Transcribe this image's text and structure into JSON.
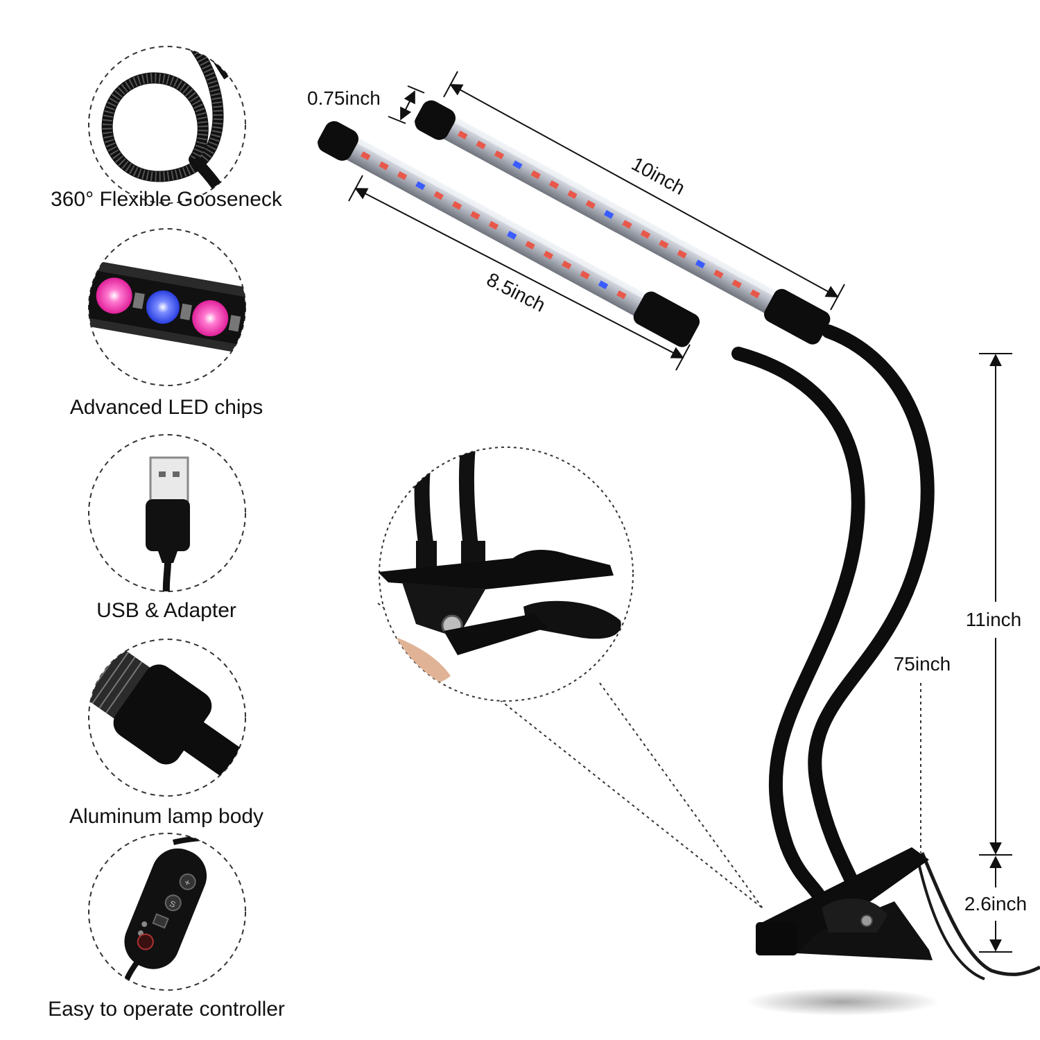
{
  "features": [
    {
      "label": "360°  Flexible Gooseneck",
      "icon": "gooseneck-coil-icon"
    },
    {
      "label": "Advanced LED chips",
      "icon": "led-strip-icon"
    },
    {
      "label": "USB & Adapter",
      "icon": "usb-plug-icon"
    },
    {
      "label": "Aluminum lamp body",
      "icon": "lamp-end-cap-icon"
    },
    {
      "label": "Easy to operate controller",
      "icon": "controller-remote-icon"
    }
  ],
  "dimensions": {
    "width": "0.75inch",
    "upper_length": "10inch",
    "lower_length": "8.5inch",
    "height": "11inch",
    "cable": "75inch",
    "clip": "2.6inch"
  },
  "colors": {
    "lamp_body": "#0d0d0d",
    "led_red": "#e8584a",
    "led_blue": "#3a5cff",
    "led_pink": "#ff3fb0",
    "tube_glass": "#c9ccd3"
  }
}
